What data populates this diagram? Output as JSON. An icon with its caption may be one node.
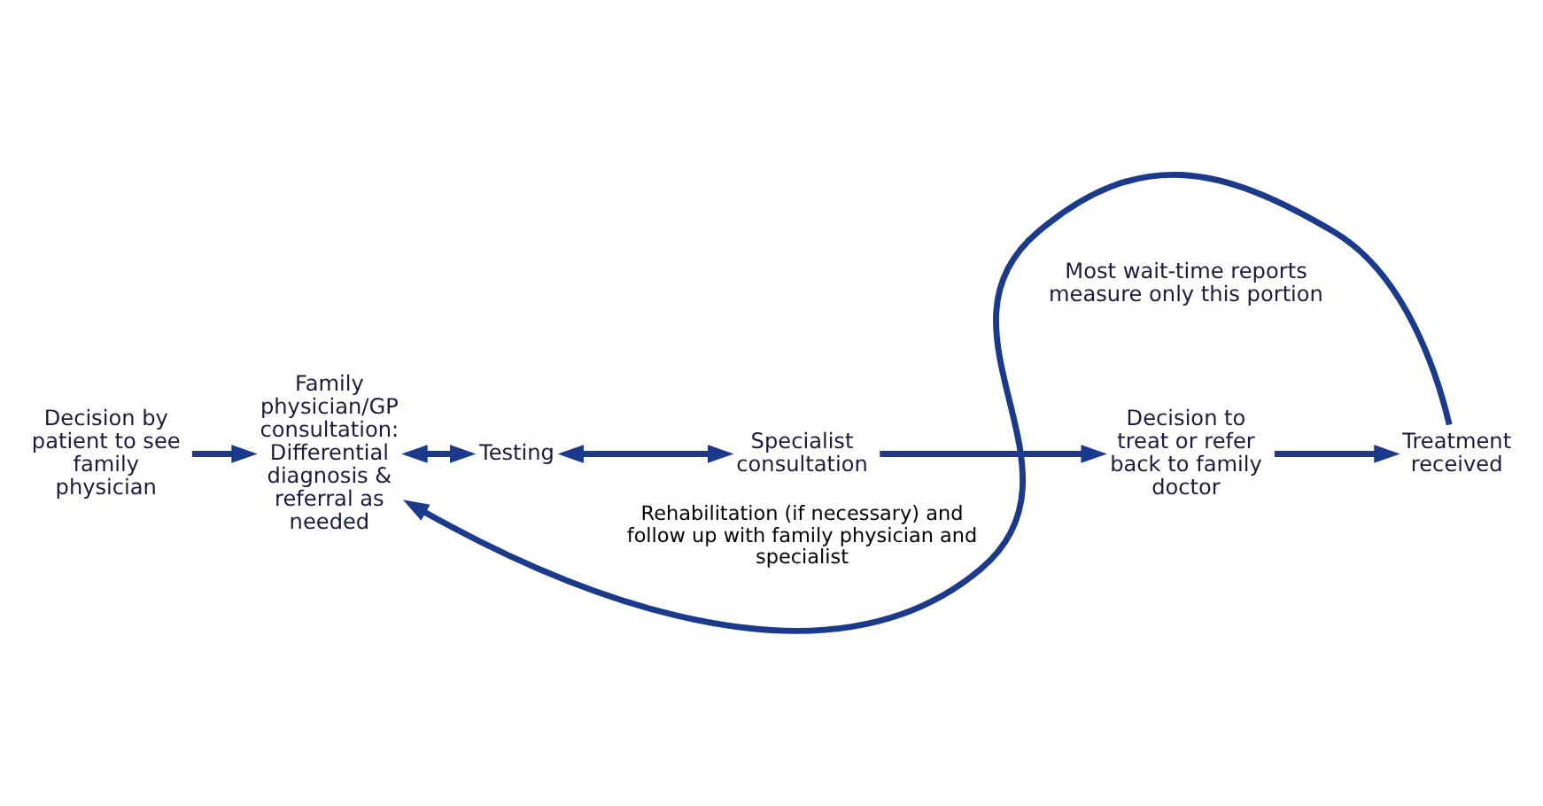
{
  "diagram": {
    "nodes": [
      {
        "text": [
          "Decision by patient to see family physician"
        ]
      },
      {
        "text": [
          "Family physician/GP consultation: Differential diagnosis & referral as needed"
        ]
      },
      {
        "text": [
          "Testing"
        ]
      },
      {
        "text": [
          "Specialist consultation"
        ]
      },
      {
        "text": [
          "Decision to treat or refer back to family doctor"
        ]
      },
      {
        "text": [
          "Treatment received"
        ]
      }
    ],
    "edges": [
      {
        "from": 0,
        "to": 1,
        "arrow": "to"
      },
      {
        "from": 1,
        "to": 2,
        "arrow": "both"
      },
      {
        "from": 2,
        "to": 3,
        "arrow": "both"
      },
      {
        "from": 3,
        "to": 4,
        "arrow": "to"
      },
      {
        "from": 4,
        "to": 5,
        "arrow": "to"
      },
      {
        "from": 5,
        "to": 1,
        "arrow": "to",
        "label": "Rehabilitation (if necessary) and follow up with family physician and specialist"
      }
    ],
    "labels": [
      "Most wait-time reports measure only this portion"
    ]
  }
}
